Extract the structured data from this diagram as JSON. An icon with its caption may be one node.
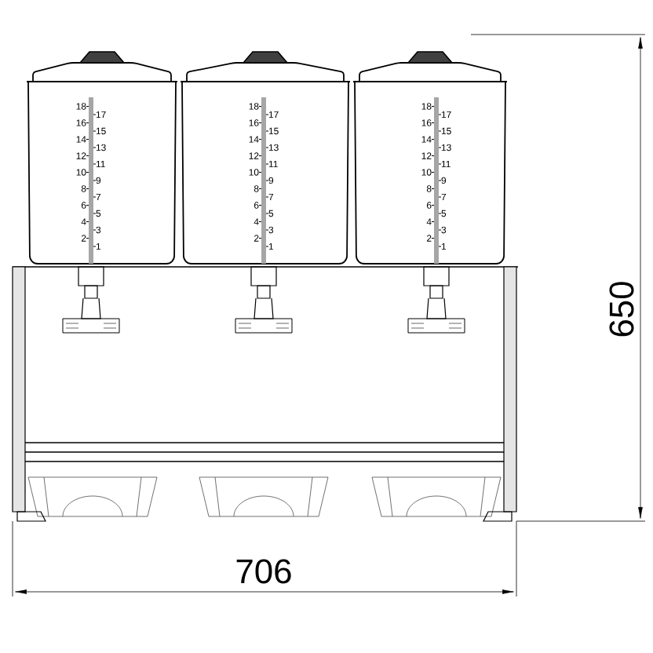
{
  "diagram": {
    "labels": [
      "706",
      "650",
      "18",
      "17",
      "16",
      "15",
      "14",
      "13",
      "12",
      "11",
      "10",
      "9",
      "8",
      "7",
      "6",
      "5",
      "4",
      "3",
      "2",
      "1",
      "18",
      "17",
      "16",
      "15",
      "14",
      "13",
      "12",
      "11",
      "10",
      "9",
      "8",
      "7",
      "6",
      "5",
      "4",
      "3",
      "2",
      "1",
      "18",
      "17",
      "16",
      "15",
      "14",
      "13",
      "12",
      "11",
      "10",
      "9",
      "8",
      "7",
      "6",
      "5",
      "4",
      "3",
      "2",
      "1"
    ]
  }
}
